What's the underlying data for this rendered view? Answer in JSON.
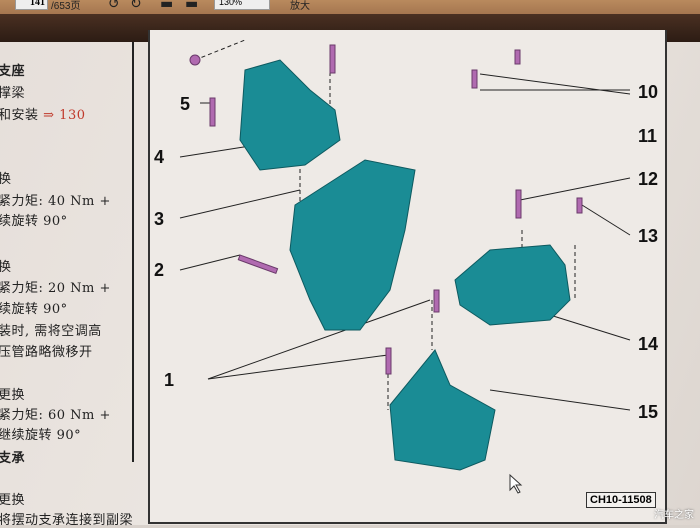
{
  "toolbar": {
    "page_current": "141",
    "page_total": "/653页",
    "zoom": "130%",
    "label": "放大"
  },
  "left_text": {
    "lines": [
      {
        "text": "支座"
      },
      {
        "text": "撑梁"
      },
      {
        "text": "和安装",
        "link": "⇒ 130"
      },
      {
        "text": "换"
      },
      {
        "text": "紧力矩: 40 Nm +"
      },
      {
        "text": "续旋转 90°"
      },
      {
        "text": "换"
      },
      {
        "text": "紧力矩: 20 Nm +"
      },
      {
        "text": "续旋转 90°"
      },
      {
        "text": "装时, 需将空调高"
      },
      {
        "text": "压管路略微移开"
      },
      {
        "text": "更换"
      },
      {
        "text": "紧力矩: 60 Nm +"
      },
      {
        "text": "继续旋转 90°"
      },
      {
        "text": "支承"
      },
      {
        "text": "更换"
      },
      {
        "text": "将摆动支承连接到副梁"
      }
    ]
  },
  "diagram": {
    "callouts": [
      "1",
      "2",
      "3",
      "4",
      "5",
      "10",
      "11",
      "12",
      "13",
      "14",
      "15"
    ],
    "figure_id": "CH10-11508",
    "colors": {
      "part": "#1a8c95",
      "bolt": "#b06ab0"
    }
  },
  "watermark": "汽车之家"
}
